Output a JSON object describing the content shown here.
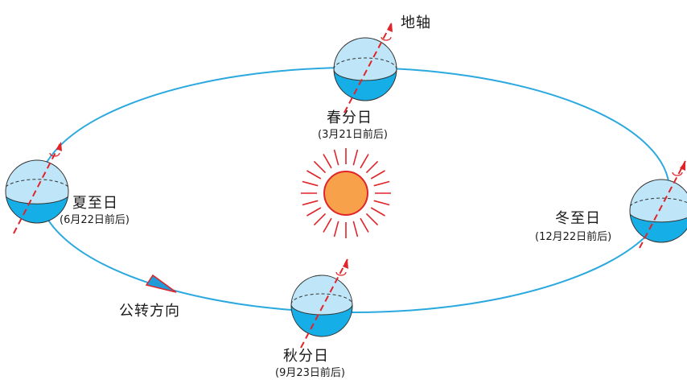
{
  "axis_label": "地轴",
  "orbit_direction_label": "公转方向",
  "seasons": {
    "spring": {
      "name": "春分日",
      "date": "(3月21日前后)"
    },
    "summer": {
      "name": "夏至日",
      "date": "(6月22日前后)"
    },
    "autumn": {
      "name": "秋分日",
      "date": "(9月23日前后)"
    },
    "winter": {
      "name": "冬至日",
      "date": "(12月22日前后)"
    }
  },
  "colors": {
    "orbit": "#2aa8e0",
    "axis": "#e0242a",
    "sun_fill": "#f7a24a",
    "sun_rays": "#e0242a",
    "globe_light": "#bfe6f8",
    "globe_dark": "#16aee6",
    "arrow_fill": "#1f9bd8"
  }
}
